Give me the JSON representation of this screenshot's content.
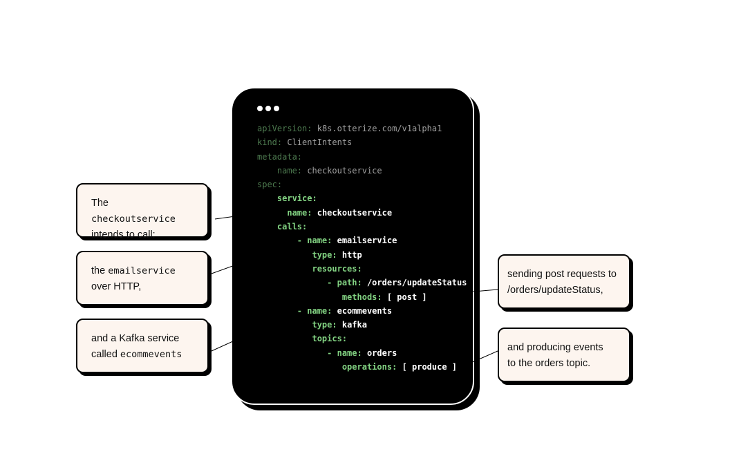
{
  "code": {
    "lines": [
      {
        "indent": 0,
        "dash": false,
        "key": "apiVersion:",
        "value": "k8s.otterize.com/v1alpha1",
        "style": "dim"
      },
      {
        "indent": 0,
        "dash": false,
        "key": "kind:",
        "value": "ClientIntents",
        "style": "dim"
      },
      {
        "indent": 0,
        "dash": false,
        "key": "metadata:",
        "value": "",
        "style": "dim"
      },
      {
        "indent": 4,
        "dash": false,
        "key": "name:",
        "value": "checkoutservice",
        "style": "dim"
      },
      {
        "indent": 0,
        "dash": false,
        "key": "spec:",
        "value": "",
        "style": "dim"
      },
      {
        "indent": 4,
        "dash": false,
        "key": "service:",
        "value": "",
        "style": "hi"
      },
      {
        "indent": 6,
        "dash": false,
        "key": "name:",
        "value": "checkoutservice",
        "style": "hi"
      },
      {
        "indent": 4,
        "dash": false,
        "key": "calls:",
        "value": "",
        "style": "hi"
      },
      {
        "indent": 8,
        "dash": true,
        "key": "name:",
        "value": "emailservice",
        "style": "hi"
      },
      {
        "indent": 11,
        "dash": false,
        "key": "type:",
        "value": "http",
        "style": "hi"
      },
      {
        "indent": 11,
        "dash": false,
        "key": "resources:",
        "value": "",
        "style": "hi"
      },
      {
        "indent": 14,
        "dash": true,
        "key": "path:",
        "value": "/orders/updateStatus",
        "style": "hi"
      },
      {
        "indent": 17,
        "dash": false,
        "key": "methods:",
        "value": "[ post ]",
        "style": "hi"
      },
      {
        "indent": 8,
        "dash": true,
        "key": "name:",
        "value": "ecommevents",
        "style": "hi"
      },
      {
        "indent": 11,
        "dash": false,
        "key": "type:",
        "value": "kafka",
        "style": "hi"
      },
      {
        "indent": 11,
        "dash": false,
        "key": "topics:",
        "value": "",
        "style": "hi"
      },
      {
        "indent": 14,
        "dash": true,
        "key": "name:",
        "value": "orders",
        "style": "hi"
      },
      {
        "indent": 17,
        "dash": false,
        "key": "operations:",
        "value": "[ produce ]",
        "style": "hi"
      }
    ]
  },
  "callouts": {
    "c1": {
      "pre": "The ",
      "mono": "checkoutservice",
      "post": "",
      "line2": "intends to call:"
    },
    "c2": {
      "pre": "the ",
      "mono": "emailservice",
      "post": "",
      "line2": "over HTTP,"
    },
    "c3": {
      "line1": "and a Kafka service",
      "pre": "called ",
      "mono": "ecommevents"
    },
    "c4": {
      "line1": "sending post requests to",
      "line2": "/orders/updateStatus,"
    },
    "c5": {
      "line1": "and producing events",
      "line2": "to the orders topic."
    }
  },
  "colors": {
    "window_bg": "#000000",
    "key_dim": "#4d7a4f",
    "value_dim": "#a0a0a0",
    "key_highlight": "#82d282",
    "value_highlight": "#ffffff",
    "callout_bg": "#fdf5ef"
  }
}
